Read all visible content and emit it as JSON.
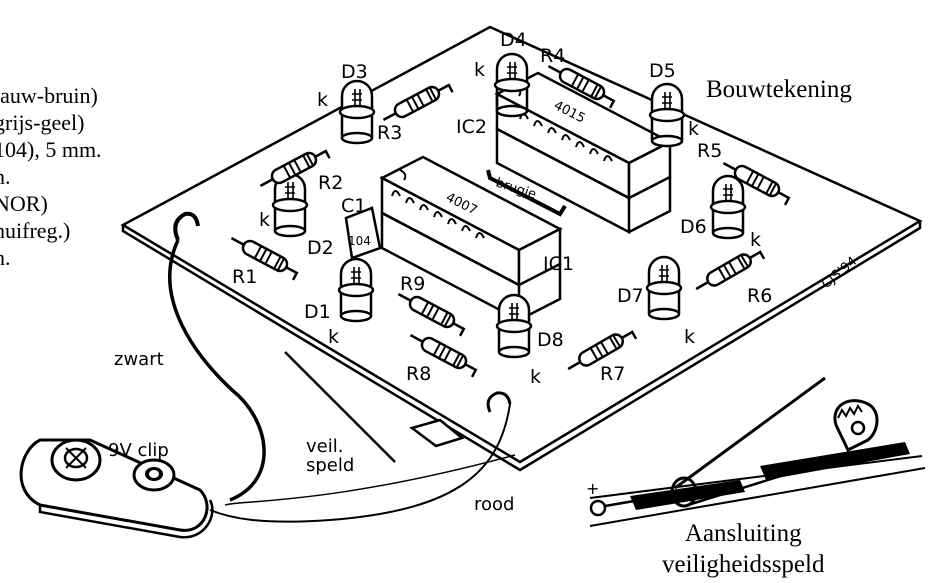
{
  "parts_list": [
    "lauw-bruin)",
    "grijs-geel)",
    "104), 5 mm.",
    "n.",
    " NOR)",
    "huifreg.)",
    "n."
  ],
  "title": "Bouwtekening",
  "pin_caption": [
    "Aansluiting",
    "veiligheidsspeld"
  ],
  "labels": {
    "D1": "D1",
    "D2": "D2",
    "D3": "D3",
    "D4": "D4",
    "D5": "D5",
    "D6": "D6",
    "D7": "D7",
    "D8": "D8",
    "R1": "R1",
    "R2": "R2",
    "R3": "R3",
    "R4": "R4",
    "R5": "R5",
    "R6": "R6",
    "R7": "R7",
    "R8": "R8",
    "R9": "R9",
    "C1": "C1",
    "C1_value": "104",
    "IC1": "IC1",
    "IC2": "IC2",
    "IC1_type": "4007",
    "IC2_type": "4015",
    "bridge": "brugje",
    "k": "k",
    "signature": "CJS'94",
    "zwart": "zwart",
    "rood": "rood",
    "clip": "9V clip",
    "pin_line1": "veil.",
    "pin_line2": "speld",
    "plus": "+"
  }
}
